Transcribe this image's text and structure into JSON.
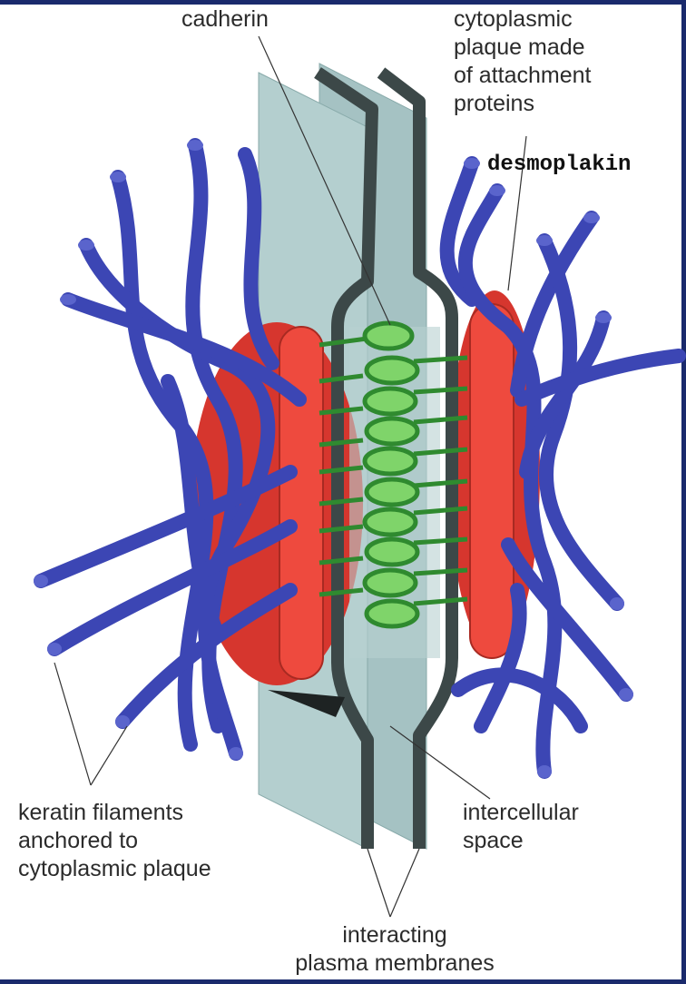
{
  "labels": {
    "cadherin": "cadherin",
    "plaque": [
      "cytoplasmic",
      "plaque made",
      "of attachment",
      "proteins"
    ],
    "desmoplakin": "desmoplakin",
    "keratin": [
      "keratin filaments",
      "anchored to",
      "cytoplasmic plaque"
    ],
    "intercellular": [
      "intercellular",
      "space"
    ],
    "membranes": [
      "interacting",
      "plasma membranes"
    ]
  },
  "colors": {
    "frame": "#1a2a6c",
    "filament": "#3c46b4",
    "plaque": "#e23a32",
    "membrane": "#3c4848",
    "cell_sheet": "#a7c4c4",
    "cadherin": "#7fd46a"
  }
}
